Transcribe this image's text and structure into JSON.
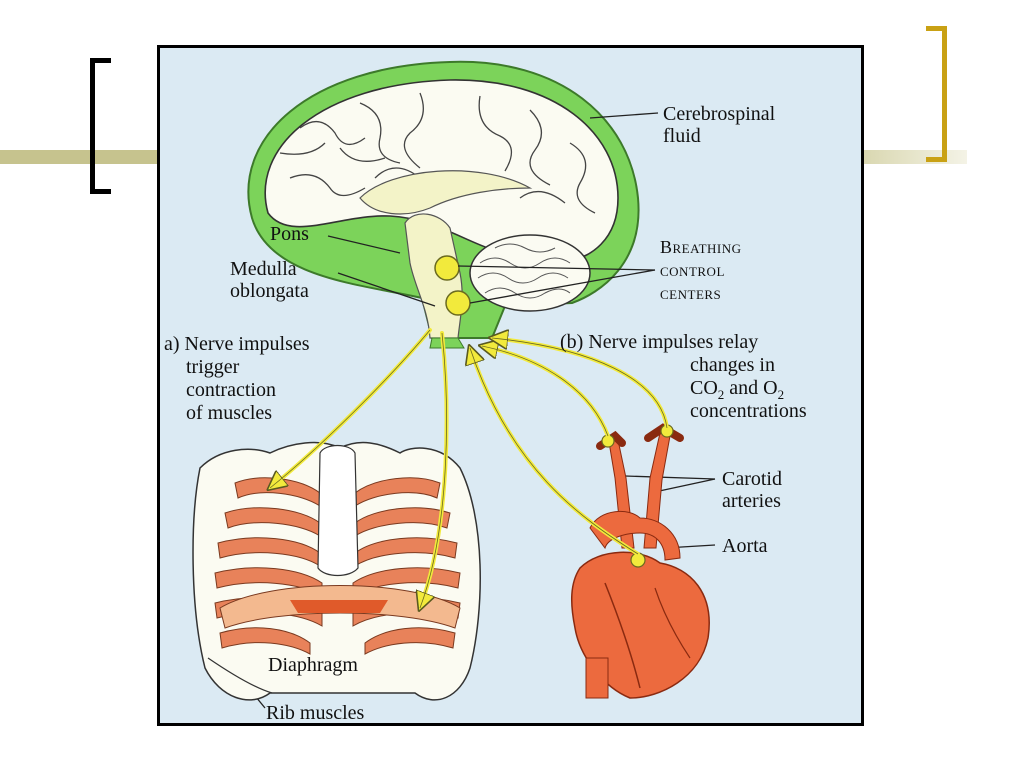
{
  "slide": {
    "accent_colors": {
      "bracket_left": "#000000",
      "bracket_right": "#c9a114",
      "title_rule": "#c6c38e"
    }
  },
  "figure": {
    "labels": {
      "csf_1": "Cerebrospinal",
      "csf_2": "fluid",
      "pons": "Pons",
      "medulla_1": "Medulla",
      "medulla_2": "oblongata",
      "bcc_1": "Breathing",
      "bcc_2": "control",
      "bcc_3": "centers",
      "a_1": "a) Nerve impulses",
      "a_2": "trigger",
      "a_3": "contraction",
      "a_4": "of muscles",
      "b_1": "(b) Nerve impulses relay",
      "b_2": "changes in",
      "b_3a": "CO",
      "b_3sub1": "2",
      "b_3b": " and O",
      "b_3sub2": "2",
      "b_4": "concentrations",
      "carotid_1": "Carotid",
      "carotid_2": "arteries",
      "aorta": "Aorta",
      "diaphragm": "Diaphragm",
      "rib_muscles": "Rib muscles"
    },
    "colors": {
      "background": "#dbeaf3",
      "csf_green": "#7cd35a",
      "brain": "#fbfbf2",
      "nerve": "#f2ea3c",
      "muscle": "#e8825a",
      "heart": "#ec6a3e"
    }
  }
}
